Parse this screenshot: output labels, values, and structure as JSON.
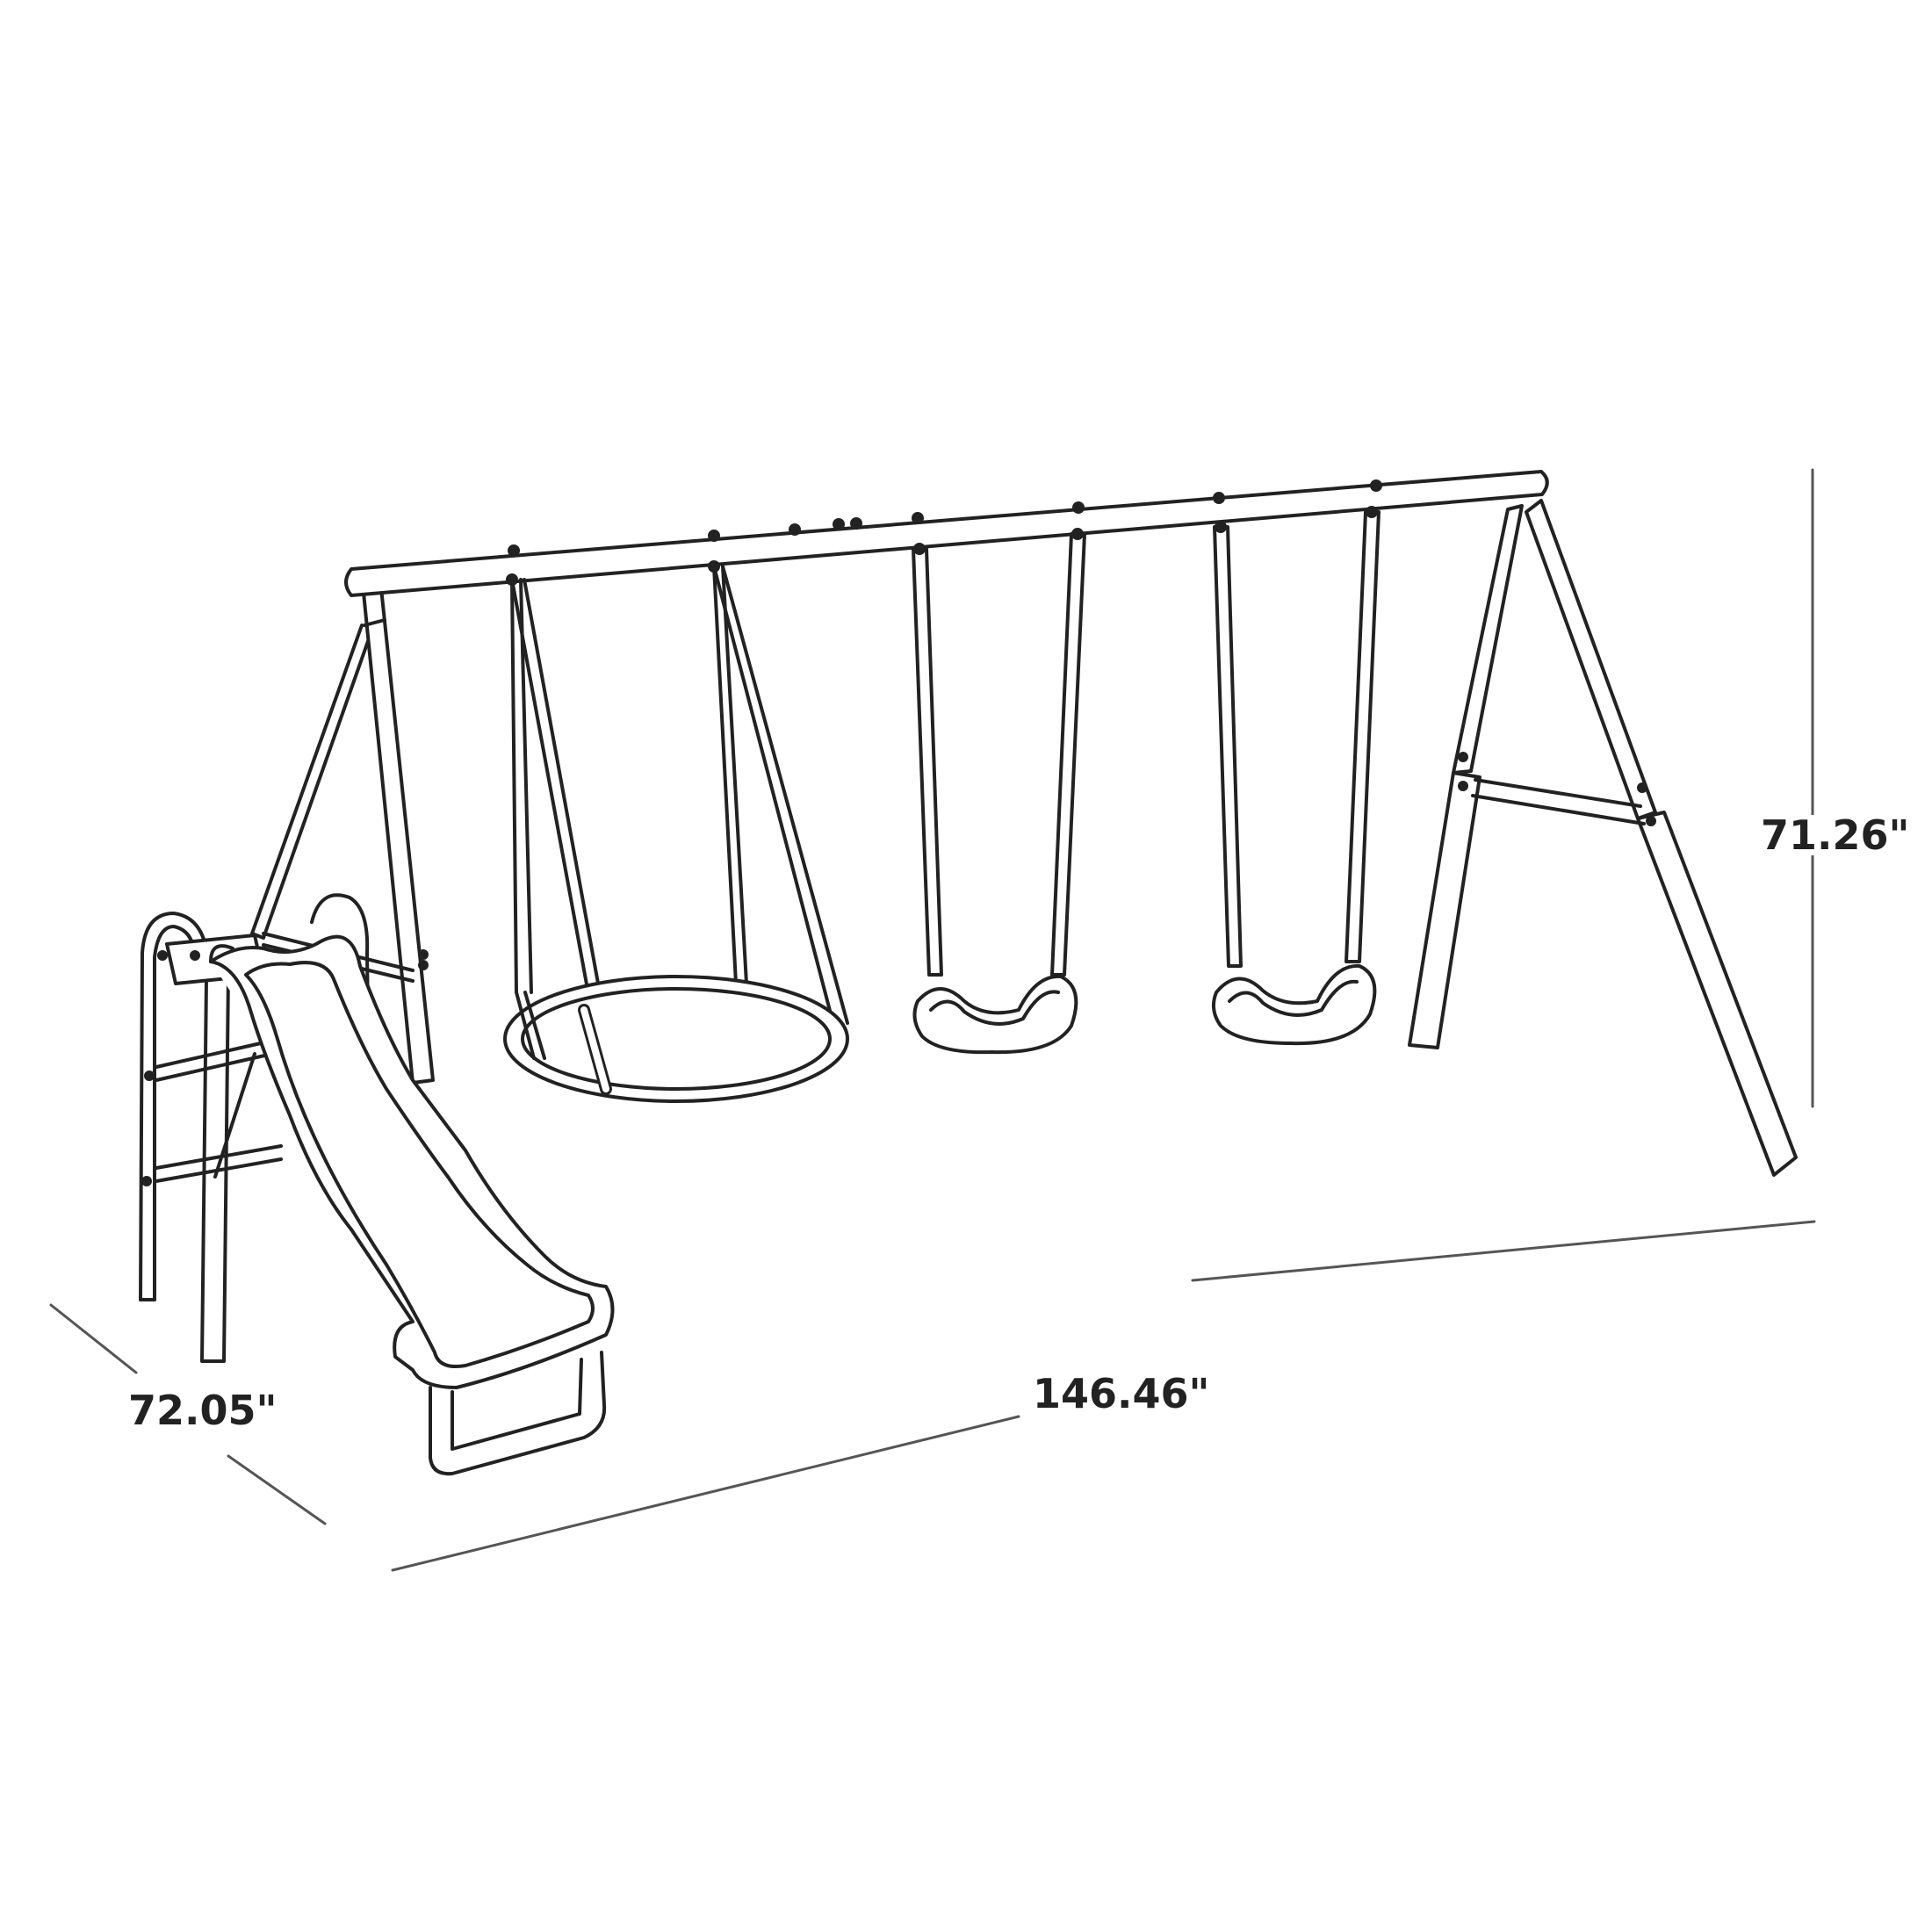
{
  "diagram": {
    "subject": "swing set with saucer swing, two belt swings and slide",
    "line_color": "#222222",
    "fill_color": "#ffffff",
    "dimension_line_color": "#555555"
  },
  "dimensions": {
    "height": "71.26\"",
    "width": "146.46\"",
    "depth": "72.05\""
  }
}
